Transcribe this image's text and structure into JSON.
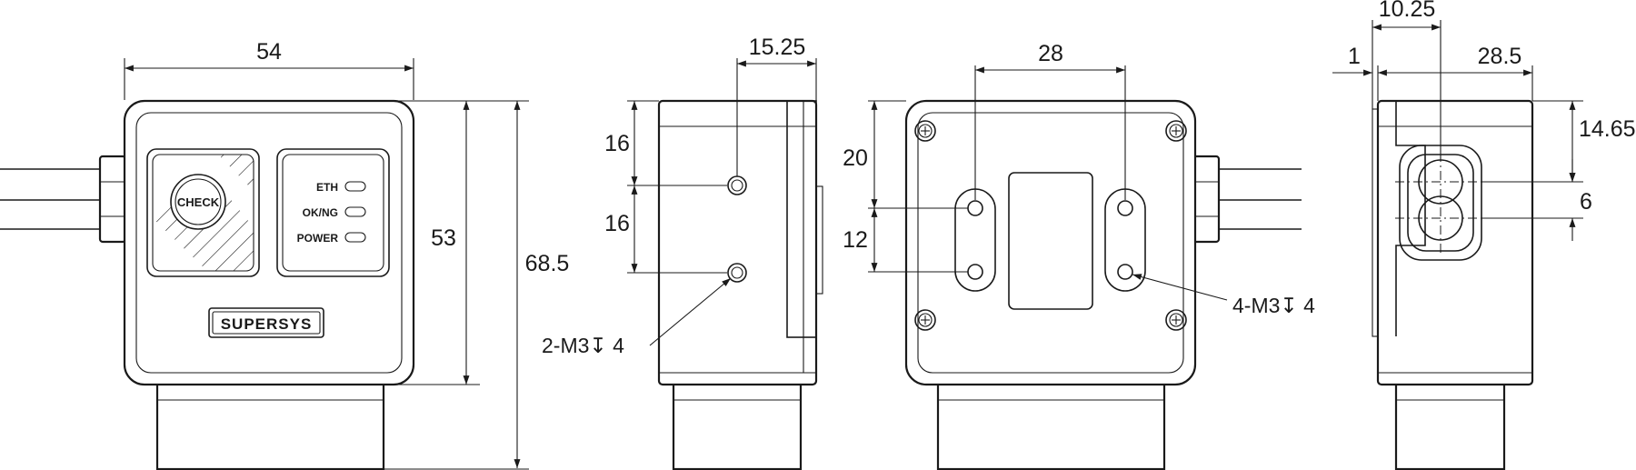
{
  "front_view": {
    "dim_width": "54",
    "dim_body_height": "53",
    "dim_total_height": "68.5",
    "button_label": "CHECK",
    "led_labels": [
      "ETH",
      "OK/NG",
      "POWER"
    ],
    "brand_logo": "SUPERSYS"
  },
  "side_view": {
    "dim_offset_top": "15.25",
    "dim_hole_1": "16",
    "dim_hole_2": "16",
    "callout": "2-M3↧ 4"
  },
  "back_view": {
    "dim_hole_spacing": "28",
    "dim_vertical_1": "20",
    "dim_vertical_2": "12",
    "callout": "4-M3↧ 4"
  },
  "right_view": {
    "dim_top": "10.25",
    "dim_small": "1",
    "dim_depth": "28.5",
    "dim_height_1": "14.65",
    "dim_height_2": "6"
  }
}
